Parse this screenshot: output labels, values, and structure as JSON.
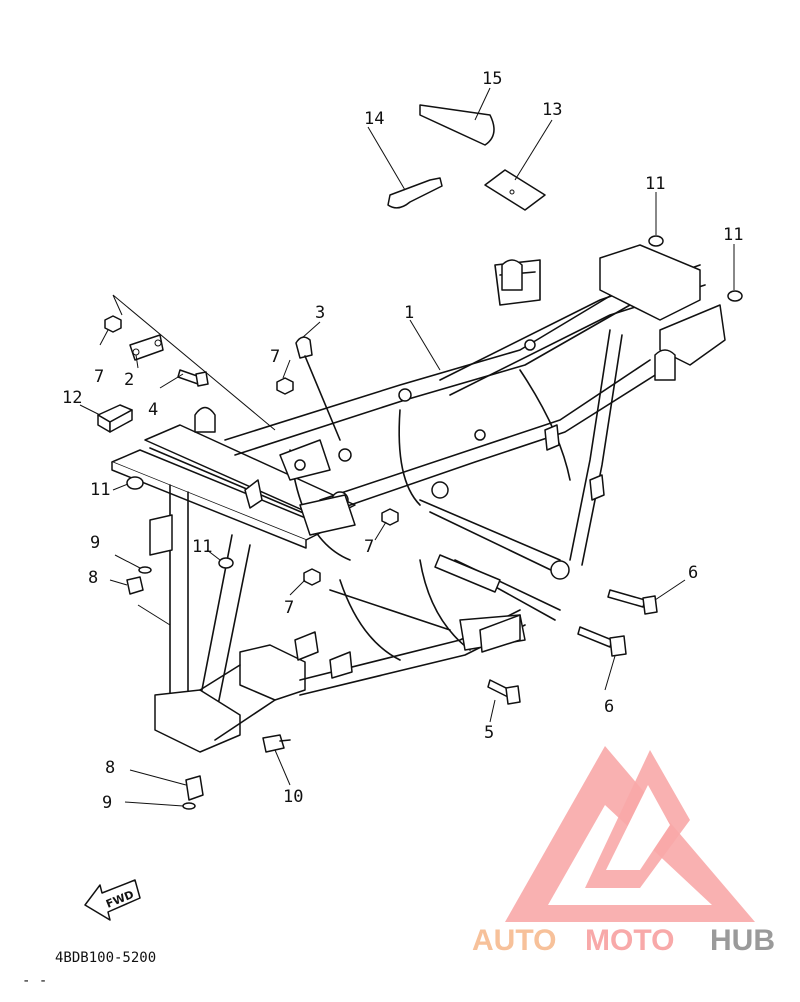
{
  "diagram": {
    "part_labels": [
      "1",
      "2",
      "3",
      "4",
      "5",
      "6",
      "6",
      "7",
      "7",
      "7",
      "7",
      "8",
      "8",
      "9",
      "9",
      "10",
      "11",
      "11",
      "11",
      "11",
      "12",
      "13",
      "14",
      "15"
    ],
    "drawing_code": "4BDB100-5200",
    "fwd_label": "FWD",
    "corner_mark": "- -"
  },
  "watermark": {
    "word_part_1": "AUTO",
    "word_part_2": "MOTO",
    "word_part_3": "HUB",
    "colors": {
      "auto": "#f7c19a",
      "moto": "#f8a9a9",
      "hub": "#9a9a9a",
      "logo": "#f8a9a9"
    }
  }
}
